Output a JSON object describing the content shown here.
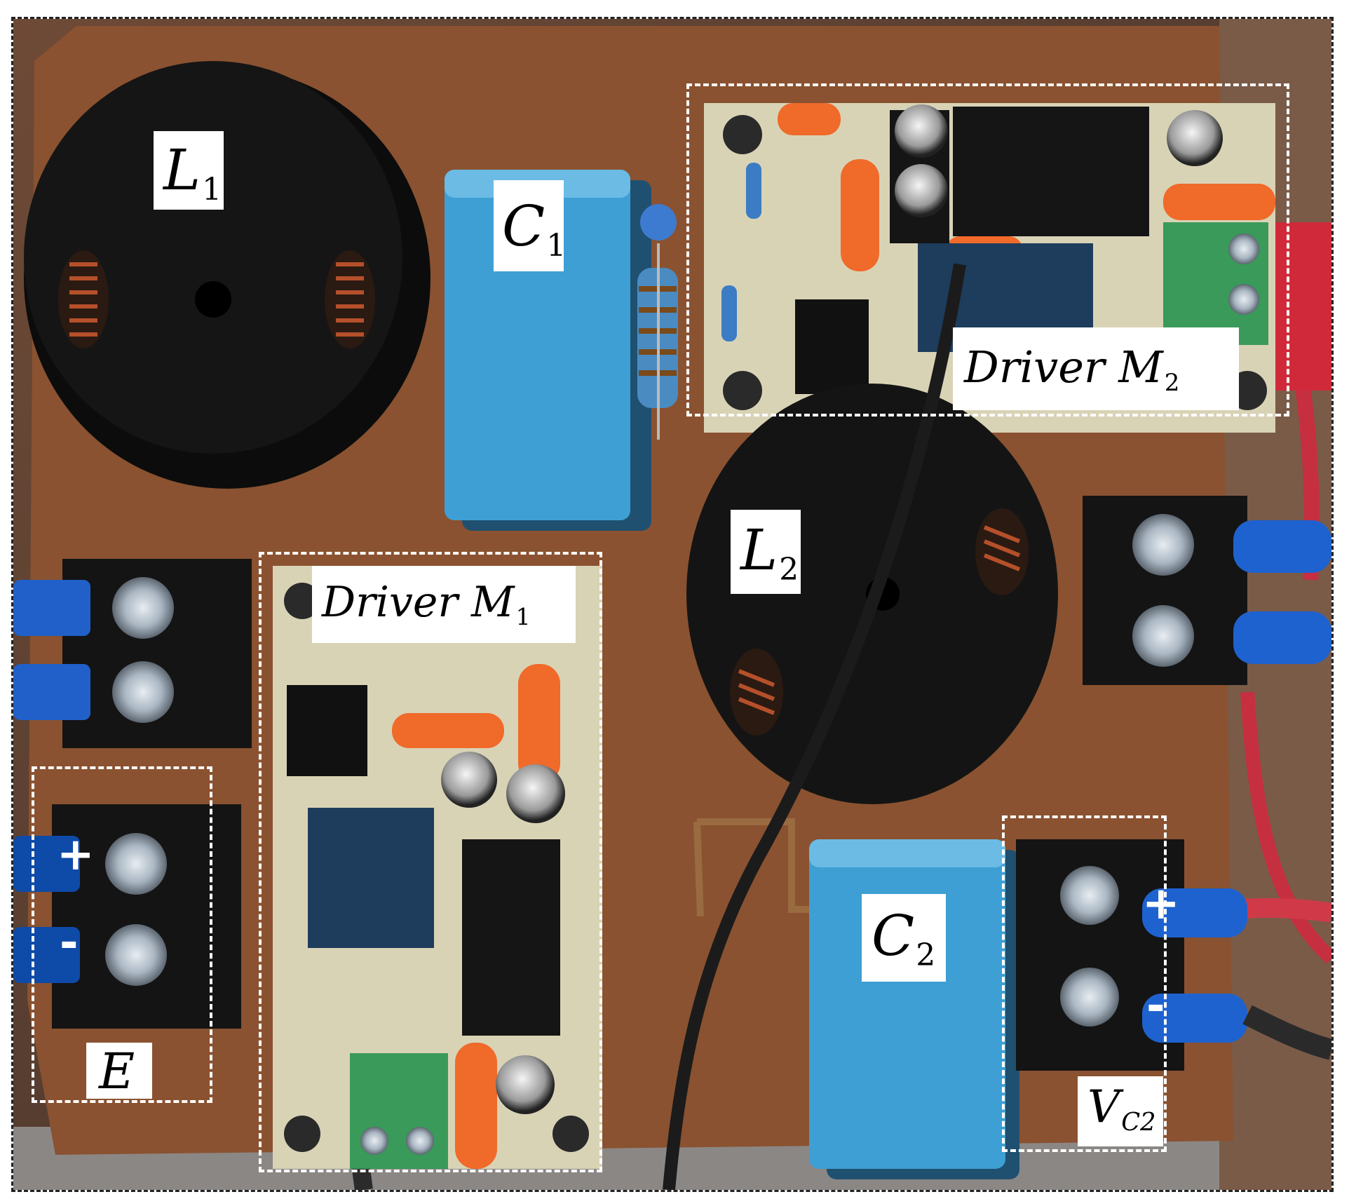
{
  "labels": {
    "l1": {
      "main": "L",
      "sub": "1"
    },
    "c1": {
      "main": "C",
      "sub": "1"
    },
    "l2": {
      "main": "L",
      "sub": "2"
    },
    "c2": {
      "main": "C",
      "sub": "2"
    },
    "driver_m1": {
      "main": "Driver M",
      "sub": "1"
    },
    "driver_m2": {
      "main": "Driver M",
      "sub": "2"
    },
    "e": {
      "main": "E"
    },
    "vc2": {
      "main": "V",
      "sub": "C2"
    }
  },
  "terminal_signs": {
    "e_plus": "+",
    "e_minus": "-",
    "vc2_plus": "+",
    "vc2_minus": "-"
  },
  "colors": {
    "pcb": "#8a5230",
    "capacitor_blue": "#3e9fd4",
    "inductor_black": "#141414",
    "driver_board": "#d9d3b6",
    "terminal_green": "#3a9a5a",
    "lug_blue": "#2060c8",
    "orange_cap": "#f06a2a"
  }
}
